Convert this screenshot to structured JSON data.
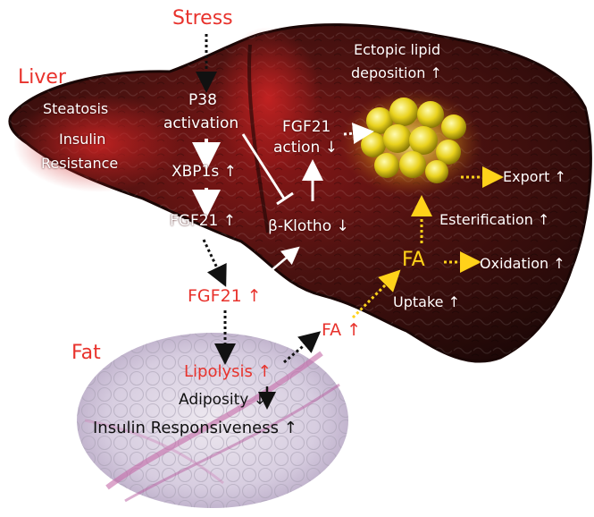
{
  "labels": {
    "stress": "Stress",
    "liver": "Liver",
    "fat": "Fat",
    "steatosis": "Steatosis",
    "insulin": "Insulin",
    "resistance": "Resistance",
    "p38": "P38",
    "activation": "activation",
    "xbp1s": "XBP1s ↑",
    "fgf21_liver": "FGF21 ↑",
    "fgf21_action_1": "FGF21",
    "fgf21_action_2": "action ↓",
    "beta_klotho": "β-Klotho ↓",
    "ectopic_1": "Ectopic lipid",
    "ectopic_2": "deposition ↑",
    "export": "Export ↑",
    "esterification": "Esterification ↑",
    "fa_center": "FA",
    "oxidation": "Oxidation ↑",
    "uptake": "Uptake ↑",
    "fgf21_circ": "FGF21 ↑",
    "fa_circ": "FA ↑",
    "lipolysis": "Lipolysis ↑",
    "adiposity": "Adiposity ↓",
    "insulin_resp": "Insulin Responsiveness ↑"
  },
  "colors": {
    "red_text": "#e8322c",
    "liver_dark": "#3a0f0c",
    "liver_glow": "#b01c1c",
    "lipid": "#e6d21a",
    "arrow_yellow": "#ffd21a",
    "fat_tissue": "#d9cfe0"
  }
}
